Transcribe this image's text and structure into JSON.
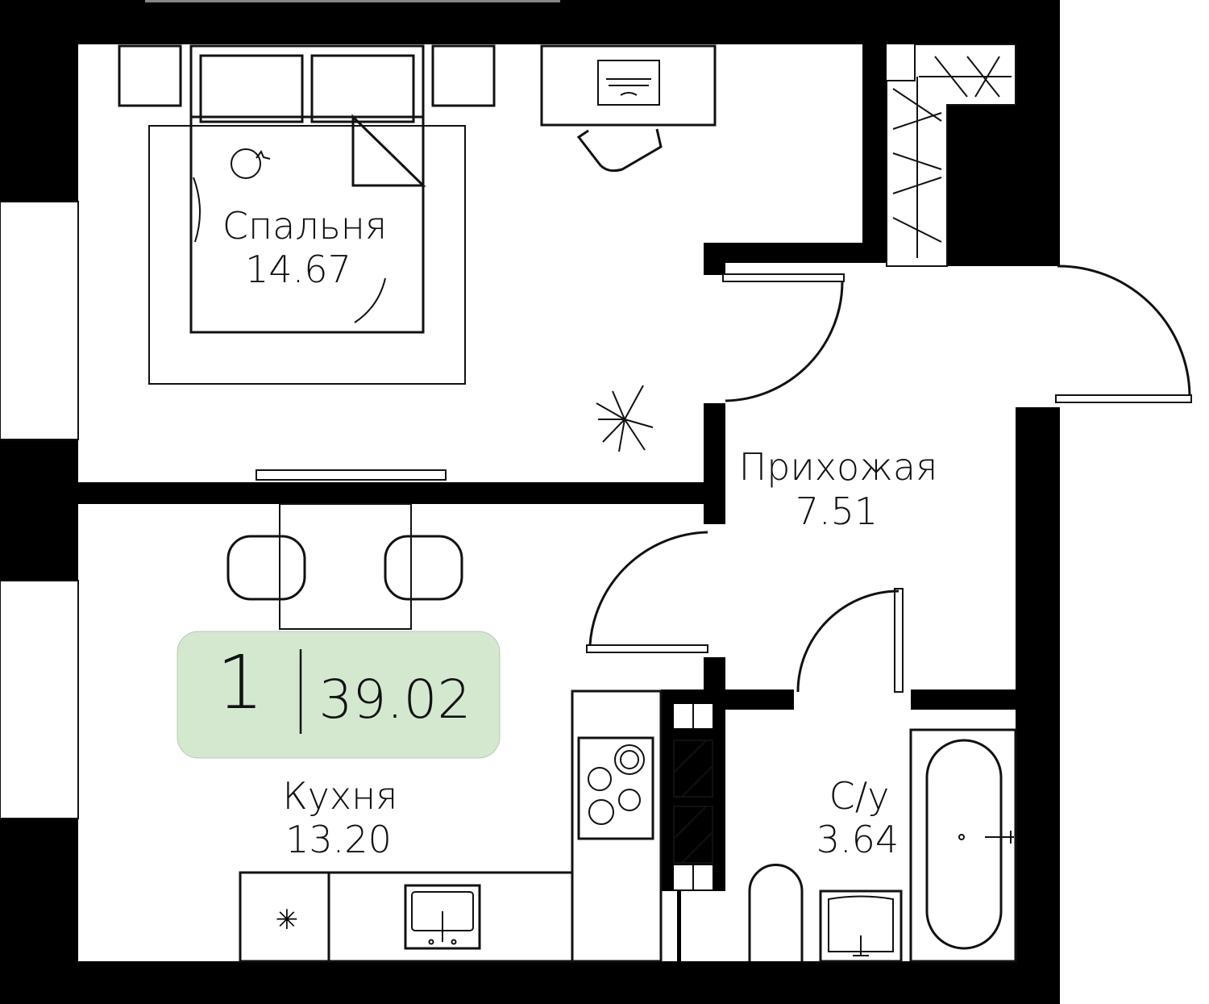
{
  "rooms": [
    {
      "name": "Спальня",
      "area": "14.67"
    },
    {
      "name": "Прихожая",
      "area": "7.51"
    },
    {
      "name": "Кухня",
      "area": "13.20"
    },
    {
      "name": "С/у",
      "area": "3.64"
    }
  ],
  "summary": {
    "rooms_count": "1",
    "total_area": "39.02"
  },
  "colors": {
    "badge": "#d4e8cf",
    "rug": "#ececec",
    "walls": "#000000"
  }
}
